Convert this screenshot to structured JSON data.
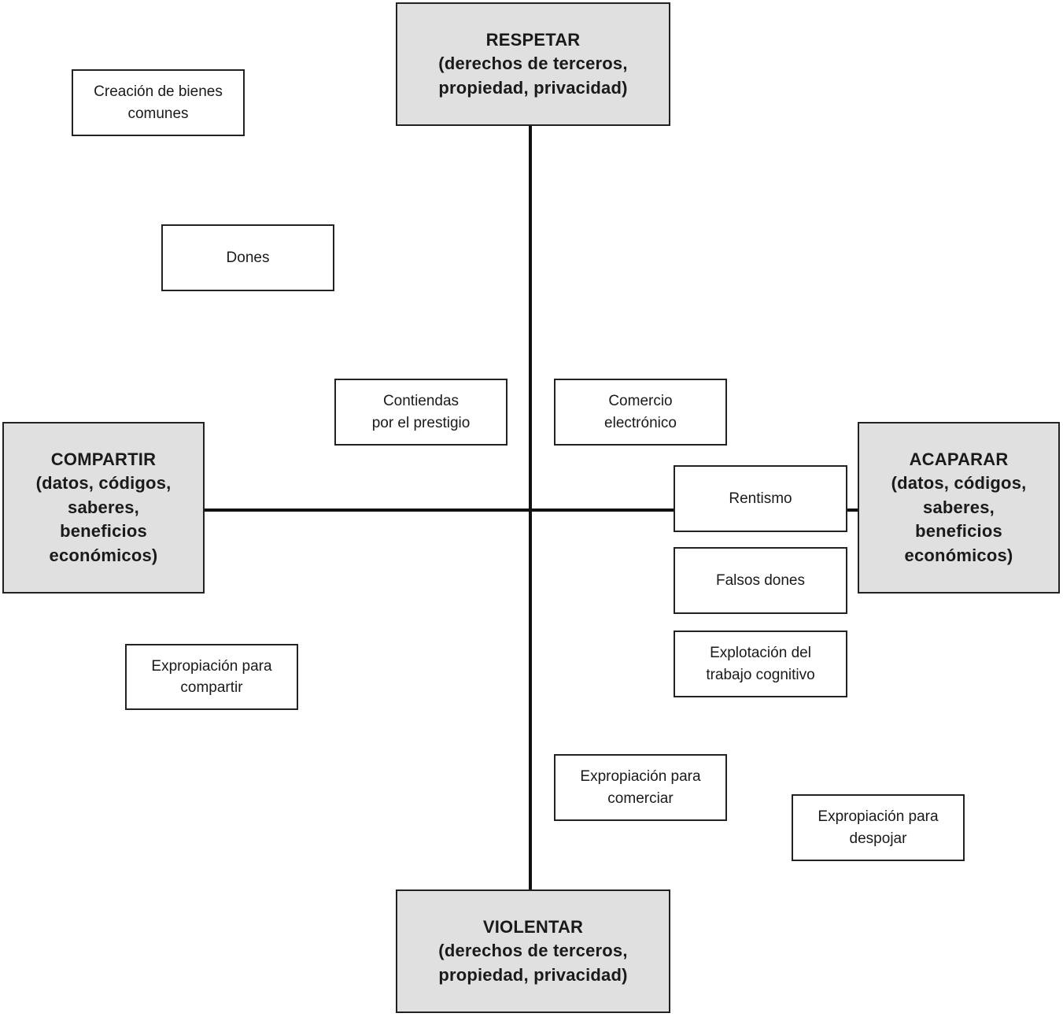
{
  "diagram": {
    "poles": {
      "top": "RESPETAR\n(derechos de terceros,\npropiedad, privacidad)",
      "bottom": "VIOLENTAR\n(derechos de terceros,\npropiedad, privacidad)",
      "left": "COMPARTIR\n(datos, códigos,\nsaberes,\nbeneficios\neconómicos)",
      "right": "ACAPARAR\n(datos, códigos,\nsaberes,\nbeneficios\neconómicos)"
    },
    "items": {
      "creacion": "Creación de bienes\ncomunes",
      "dones": "Dones",
      "contiendas": "Contiendas\npor el prestigio",
      "comercio": "Comercio\nelectrónico",
      "rentismo": "Rentismo",
      "falsos_dones": "Falsos dones",
      "explotacion": "Explotación del\ntrabajo cognitivo",
      "expropiacion_compartir": "Expropiación para\ncompartir",
      "expropiacion_comerciar": "Expropiación para\ncomerciar",
      "expropiacion_despojar": "Expropiación para\ndespojar"
    },
    "colors": {
      "pole_fill": "#e0e0e0",
      "item_fill": "#ffffff",
      "stroke": "#222222",
      "axis": "#111111"
    }
  }
}
